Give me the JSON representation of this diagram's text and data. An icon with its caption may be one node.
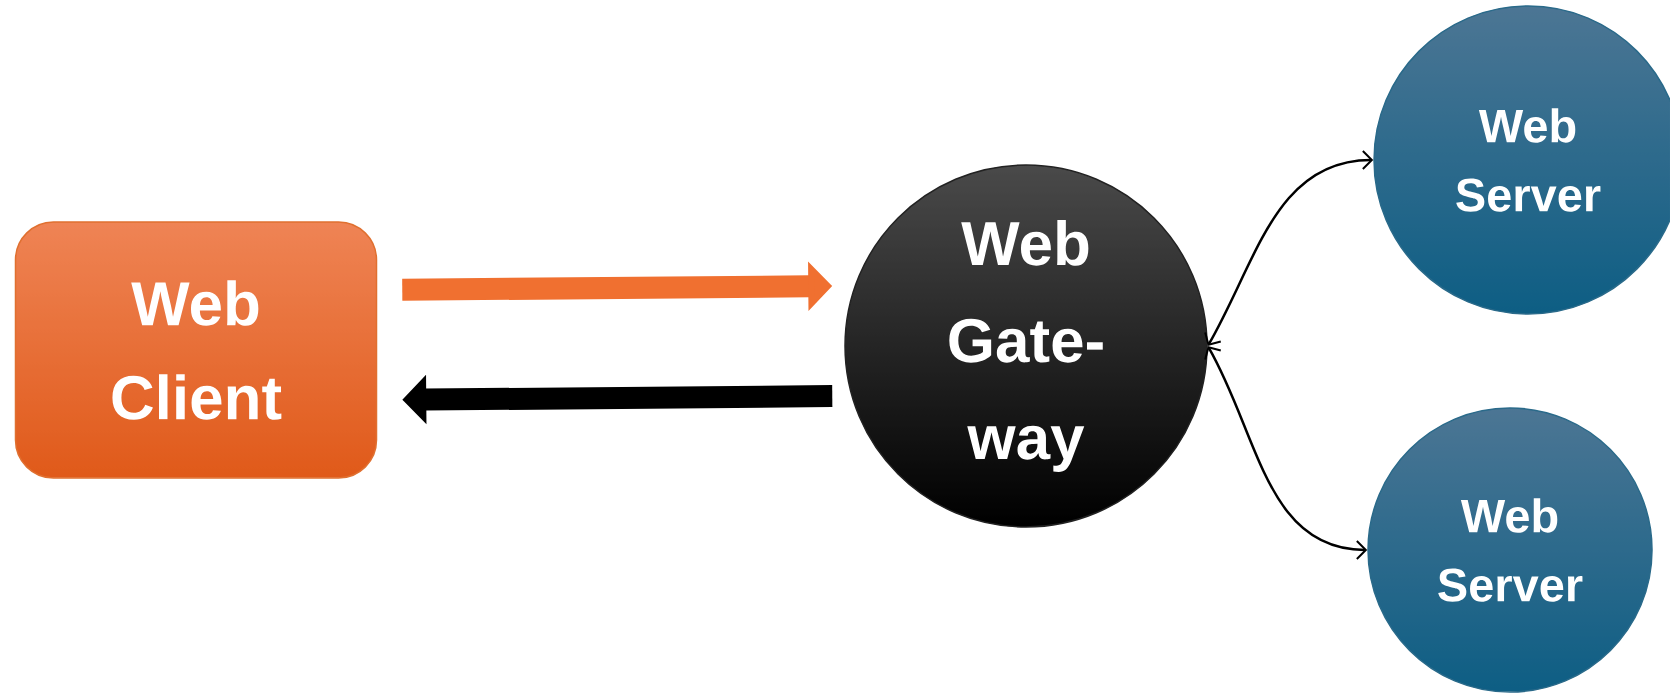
{
  "diagram": {
    "nodes": [
      {
        "text": [
          "Web Client"
        ]
      },
      {
        "text": [
          "Web Gate- way"
        ]
      },
      {
        "text": [
          "Web Server"
        ]
      },
      {
        "text": [
          "Web Server"
        ]
      }
    ],
    "edges": [
      {
        "from": 0,
        "to": 1,
        "arrow": "to",
        "style": "thick",
        "color": "#f07030"
      },
      {
        "from": 1,
        "to": 0,
        "arrow": "to",
        "style": "thick"
      },
      {
        "from": 1,
        "to": 2,
        "arrow": "both"
      },
      {
        "from": 1,
        "to": 3,
        "arrow": "both"
      }
    ]
  }
}
